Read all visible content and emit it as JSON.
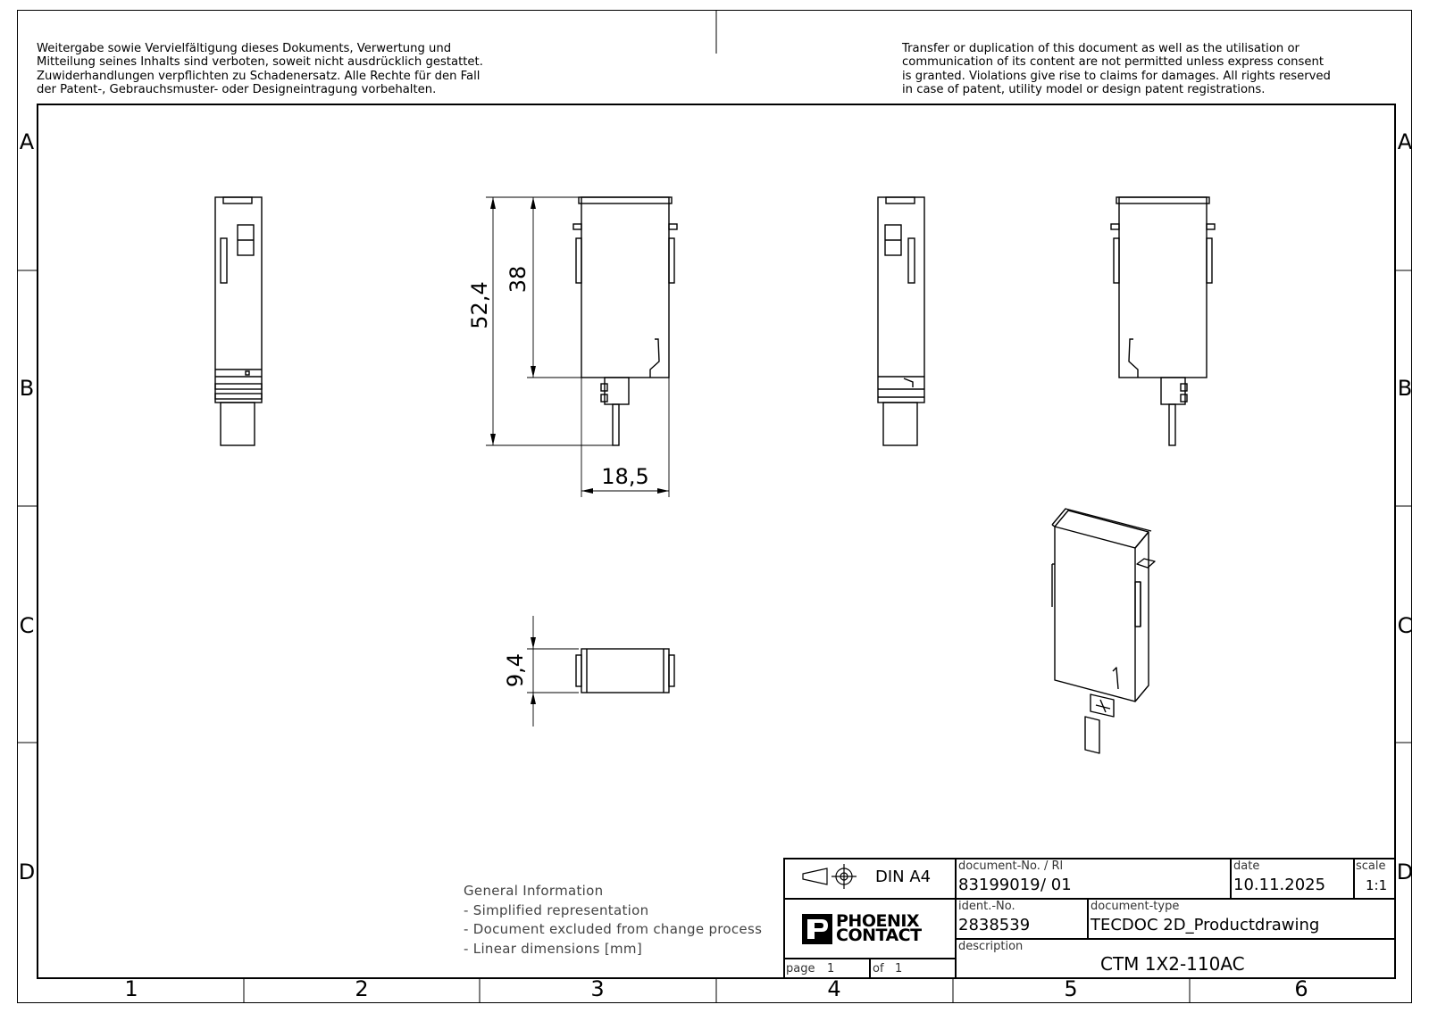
{
  "notice": {
    "de": [
      "Weitergabe sowie Vervielfältigung dieses Dokuments, Verwertung und",
      "Mitteilung seines Inhalts sind verboten, soweit nicht ausdrücklich gestattet.",
      "Zuwiderhandlungen verpflichten zu Schadenersatz. Alle Rechte für den Fall",
      "der Patent-, Gebrauchsmuster- oder Designeintragung vorbehalten."
    ],
    "en": [
      "Transfer or duplication of this document as well as the utilisation or",
      "communication of its content are not permitted unless express consent",
      "is granted. Violations give rise to claims for damages. All rights reserved",
      "in case of patent, utility model or design patent registrations."
    ]
  },
  "grid": {
    "rows": [
      "A",
      "B",
      "C",
      "D"
    ],
    "cols": [
      "1",
      "2",
      "3",
      "4",
      "5",
      "6"
    ]
  },
  "dimensions": {
    "total_height": "52,4",
    "body_height": "38",
    "width": "18,5",
    "depth": "9,4"
  },
  "general_info": {
    "heading": "General Information",
    "items": [
      "- Simplified representation",
      "- Document excluded from change process",
      "- Linear dimensions [mm]"
    ]
  },
  "title_block": {
    "format": "DIN A4",
    "document_no_label": "document-No. / Rl",
    "document_no": "83199019",
    "revision": "/ 01",
    "date_label": "date",
    "date": "10.11.2025",
    "scale_label": "scale",
    "scale": "1:1",
    "ident_label": "ident.-No.",
    "ident": "2838539",
    "doctype_label": "document-type",
    "doctype": "TECDOC 2D_Productdrawing",
    "description_label": "description",
    "description": "CTM 1X2-110AC",
    "page_label": "page",
    "page": "1",
    "of_label": "of",
    "of": "1",
    "logo_line1": "PHOENIX",
    "logo_line2": "CONTACT"
  }
}
